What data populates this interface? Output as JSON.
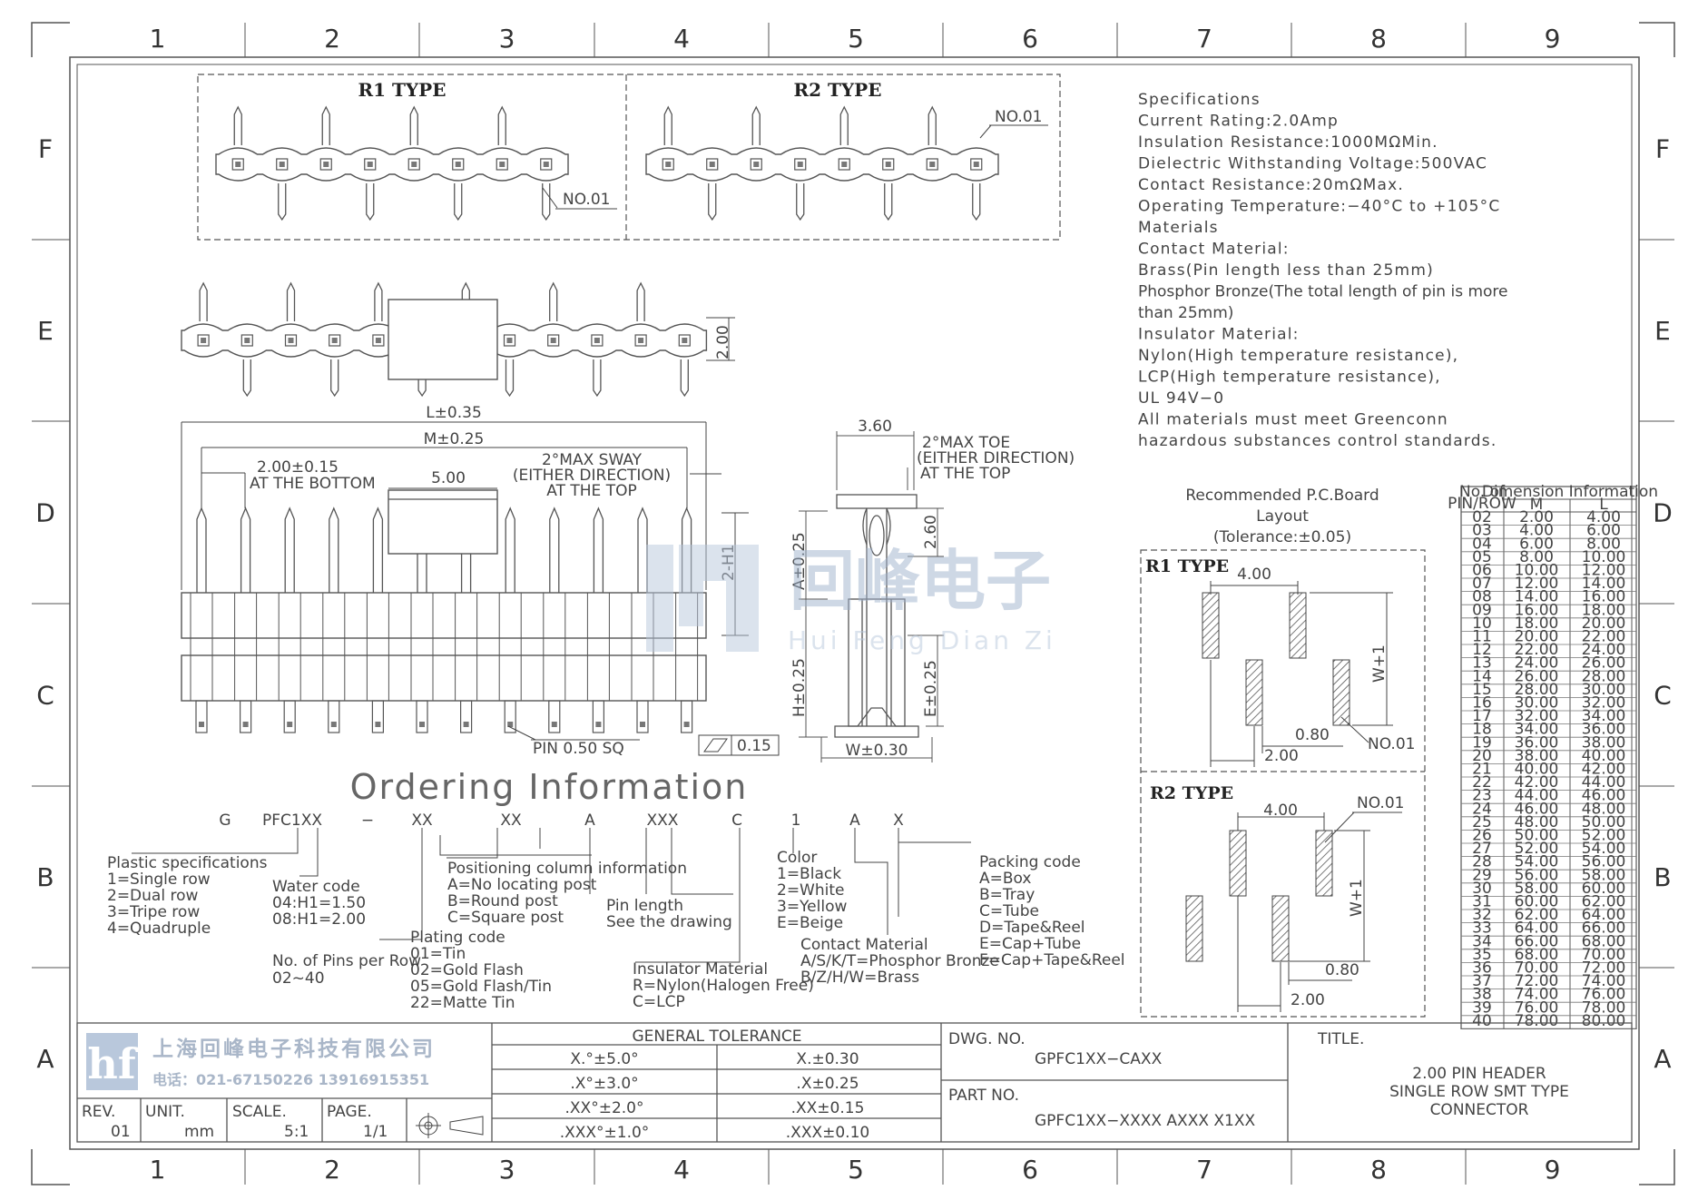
{
  "frame": {
    "columns": [
      "1",
      "2",
      "3",
      "4",
      "5",
      "6",
      "7",
      "8",
      "9"
    ],
    "rows": [
      "F",
      "E",
      "D",
      "C",
      "B",
      "A"
    ]
  },
  "views": {
    "r1_type": "R1 TYPE",
    "r2_type": "R2 TYPE",
    "no01": "NO.01"
  },
  "dimensions": {
    "two_00": "2.00",
    "l": "L±0.35",
    "m": "M±0.25",
    "pitch": "2.00±0.15",
    "at_bottom": "AT THE BOTTOM",
    "five_00": "5.00",
    "sway1": "2°MAX SWAY",
    "sway2": "(EITHER DIRECTION)",
    "sway3": "AT THE TOP",
    "two_h1": "2-H1",
    "pin_sq": "PIN 0.50 SQ",
    "flatness": "0.15",
    "three_60": "3.60",
    "toe1": "2°MAX TOE",
    "toe2": "(EITHER DIRECTION)",
    "toe3": "AT THE TOP",
    "two_60": "2.60",
    "a": "A±0.25",
    "h": "H±0.25",
    "e": "E±0.25",
    "w": "W±0.30"
  },
  "specifications": [
    "Specifications",
    "Current Rating:2.0Amp",
    "Insulation Resistance:1000MΩMin.",
    "Dielectric Withstanding Voltage:500VAC",
    "Contact Resistance:20mΩMax.",
    "Operating Temperature:−40°C to +105°C",
    "Materials",
    "Contact Material:",
    "Brass(Pin length less than 25mm)",
    "Phosphor Bronze(The total length of pin is more",
    "than 25mm)",
    "Insulator Material:",
    "Nylon(High temperature resistance),",
    "LCP(High temperature resistance),",
    "UL 94V−0",
    "All materials must meet Greenconn",
    "hazardous substances control standards."
  ],
  "pcb": {
    "title1": "Recommended P.C.Board",
    "title2": "Layout",
    "title3": "(Tolerance:±0.05)",
    "r1": "R1 TYPE",
    "r2": "R2 TYPE",
    "four_00": "4.00",
    "w1": "W+1",
    "zero_80": "0.80",
    "two_00": "2.00",
    "no01": "NO.01"
  },
  "dim_table": {
    "headers": [
      "No. of PIN/ROW",
      "Dimension Information",
      "M",
      "L"
    ],
    "rows": [
      [
        "02",
        "2.00",
        "4.00"
      ],
      [
        "03",
        "4.00",
        "6.00"
      ],
      [
        "04",
        "6.00",
        "8.00"
      ],
      [
        "05",
        "8.00",
        "10.00"
      ],
      [
        "06",
        "10.00",
        "12.00"
      ],
      [
        "07",
        "12.00",
        "14.00"
      ],
      [
        "08",
        "14.00",
        "16.00"
      ],
      [
        "09",
        "16.00",
        "18.00"
      ],
      [
        "10",
        "18.00",
        "20.00"
      ],
      [
        "11",
        "20.00",
        "22.00"
      ],
      [
        "12",
        "22.00",
        "24.00"
      ],
      [
        "13",
        "24.00",
        "26.00"
      ],
      [
        "14",
        "26.00",
        "28.00"
      ],
      [
        "15",
        "28.00",
        "30.00"
      ],
      [
        "16",
        "30.00",
        "32.00"
      ],
      [
        "17",
        "32.00",
        "34.00"
      ],
      [
        "18",
        "34.00",
        "36.00"
      ],
      [
        "19",
        "36.00",
        "38.00"
      ],
      [
        "20",
        "38.00",
        "40.00"
      ],
      [
        "21",
        "40.00",
        "42.00"
      ],
      [
        "22",
        "42.00",
        "44.00"
      ],
      [
        "23",
        "44.00",
        "46.00"
      ],
      [
        "24",
        "46.00",
        "48.00"
      ],
      [
        "25",
        "48.00",
        "50.00"
      ],
      [
        "26",
        "50.00",
        "52.00"
      ],
      [
        "27",
        "52.00",
        "54.00"
      ],
      [
        "28",
        "54.00",
        "56.00"
      ],
      [
        "29",
        "56.00",
        "58.00"
      ],
      [
        "30",
        "58.00",
        "60.00"
      ],
      [
        "31",
        "60.00",
        "62.00"
      ],
      [
        "32",
        "62.00",
        "64.00"
      ],
      [
        "33",
        "64.00",
        "66.00"
      ],
      [
        "34",
        "66.00",
        "68.00"
      ],
      [
        "35",
        "68.00",
        "70.00"
      ],
      [
        "36",
        "70.00",
        "72.00"
      ],
      [
        "37",
        "72.00",
        "74.00"
      ],
      [
        "38",
        "74.00",
        "76.00"
      ],
      [
        "39",
        "76.00",
        "78.00"
      ],
      [
        "40",
        "78.00",
        "80.00"
      ]
    ]
  },
  "ordering": {
    "title": "Ordering Information",
    "code": [
      "G",
      "PFC1XX",
      "−",
      "XX",
      "XX",
      "A",
      "XXX",
      "C",
      "1",
      "A",
      "X"
    ],
    "plastic": [
      "Plastic specifications",
      "1=Single row",
      "2=Dual row",
      "3=Tripe row",
      "4=Quadruple"
    ],
    "water": [
      "Water code",
      "04:H1=1.50",
      "08:H1=2.00"
    ],
    "pins": [
      "No. of Pins per Row",
      "02~40"
    ],
    "plating": [
      "Plating code",
      "01=Tin",
      "02=Gold Flash",
      "05=Gold Flash/Tin",
      "22=Matte Tin"
    ],
    "positioning": [
      "Positioning column information",
      "A=No locating post",
      "B=Round post",
      "C=Square post"
    ],
    "pin_length": [
      "Pin length",
      "See the drawing"
    ],
    "insulator": [
      "Insulator Material",
      "R=Nylon(Halogen Free)",
      "C=LCP"
    ],
    "color": [
      "Color",
      "1=Black",
      "2=White",
      "3=Yellow",
      "E=Beige"
    ],
    "contact": [
      "Contact Material",
      "A/S/K/T=Phosphor Bronze",
      "B/Z/H/W=Brass"
    ],
    "packing": [
      "Packing code",
      "A=Box",
      "B=Tray",
      "C=Tube",
      "D=Tape&Reel",
      "E=Cap+Tube",
      "F=Cap+Tape&Reel"
    ]
  },
  "watermark": {
    "cn": "回峰电子",
    "pinyin": "Hui Feng Dian Zi"
  },
  "title_block": {
    "company": "上海回峰电子科技有限公司",
    "phone": "电话：021-67150226  13916915351",
    "logo": "hf",
    "rev_label": "REV.",
    "rev": "01",
    "unit_label": "UNIT.",
    "unit": "mm",
    "scale_label": "SCALE.",
    "scale": "5:1",
    "page_label": "PAGE.",
    "page": "1/1",
    "tol_title": "GENERAL TOLERANCE",
    "tol": [
      [
        "X.°±5.0°",
        "X.±0.30"
      ],
      [
        ".X°±3.0°",
        ".X±0.25"
      ],
      [
        ".XX°±2.0°",
        ".XX±0.15"
      ],
      [
        ".XXX°±1.0°",
        ".XXX±0.10"
      ]
    ],
    "dwg_label": "DWG. NO.",
    "dwg": "GPFC1XX−CAXX",
    "part_label": "PART NO.",
    "part": "GPFC1XX−XXXX AXXX X1XX",
    "title_label": "TITLE.",
    "title": [
      "2.00 PIN HEADER",
      "SINGLE ROW SMT TYPE",
      "CONNECTOR"
    ]
  }
}
